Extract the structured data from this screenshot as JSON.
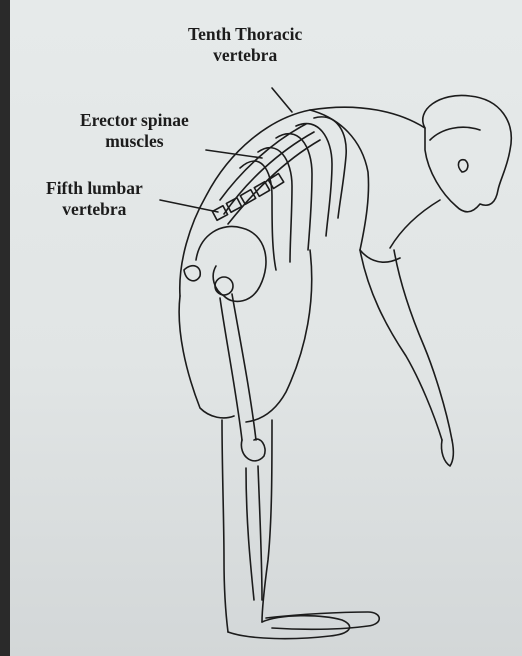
{
  "diagram": {
    "labels": {
      "tenth_thoracic": {
        "line1": "Tenth Thoracic",
        "line2": "vertebra"
      },
      "erector_spinae": {
        "line1": "Erector spinae",
        "line2": "muscles"
      },
      "fifth_lumbar": {
        "line1": "Fifth lumbar",
        "line2": "vertebra"
      }
    }
  },
  "colors": {
    "ink": "#1c1c1c",
    "paper": "#e3e7e7",
    "edge": "#2a2a2a"
  }
}
